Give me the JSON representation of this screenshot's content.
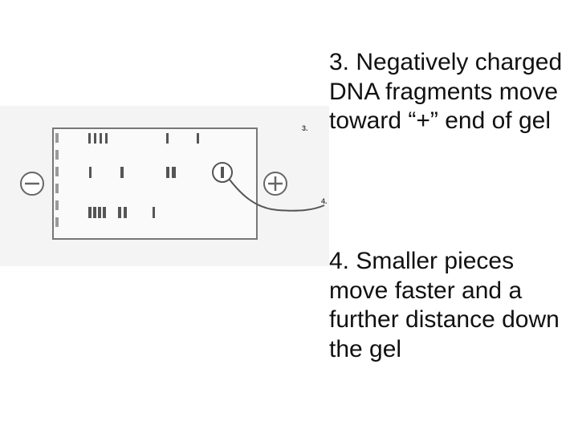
{
  "callouts": [
    {
      "number_label": "3.",
      "text": "3. Negatively charged DNA fragments move toward “+” end of gel"
    },
    {
      "number_label": "4.",
      "text": "4. Smaller pieces move faster and a further distance down the gel"
    }
  ],
  "gel": {
    "negative_electrode_icon": "minus-circle-icon",
    "positive_electrode_icon": "plus-circle-icon",
    "lane_count": 3,
    "colors": {
      "band": "#555555",
      "outline": "#777777",
      "background_panel": "#f4f4f4"
    }
  }
}
